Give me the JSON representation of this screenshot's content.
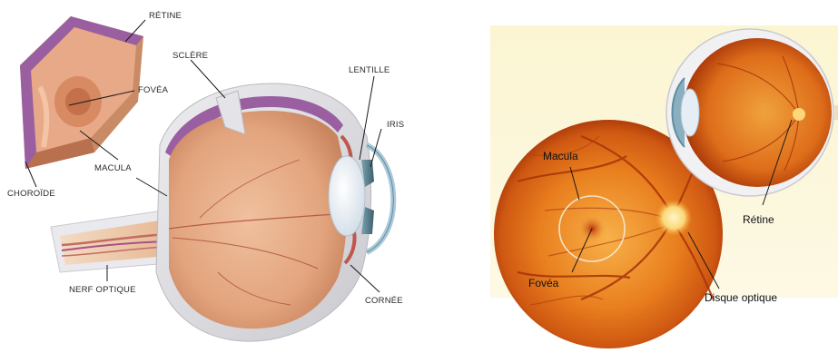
{
  "left_diagram": {
    "labels": {
      "retine": "RÉTINE",
      "fovea": "FOVÉA",
      "sclere": "SCLÈRE",
      "lentille": "LENTILLE",
      "iris": "IRIS",
      "macula": "MACULA",
      "choroide": "CHOROÏDE",
      "nerf_optique": "NERF OPTIQUE",
      "cornee": "CORNÉE"
    }
  },
  "right_diagram": {
    "labels": {
      "macula": "Macula",
      "fovea": "Fovéa",
      "retine": "Rétine",
      "disque_optique": "Disque optique"
    }
  },
  "colors": {
    "tissue": "#e8b08c",
    "tissue_dark": "#c97a55",
    "choroid": "#9a5fa0",
    "sclera": "#d8d8dc",
    "lens": "#e6eef5",
    "iris": "#5a7f8e",
    "fundus_center": "#f2a13a",
    "fundus_edge": "#b43c0a",
    "vessel": "#a8330a"
  }
}
